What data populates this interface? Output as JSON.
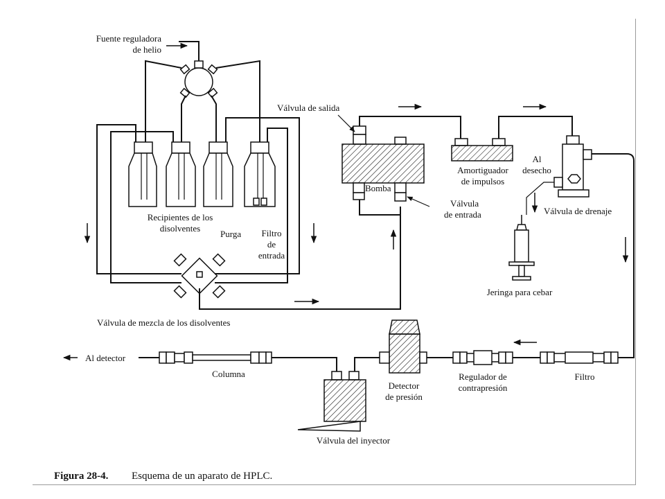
{
  "figure": {
    "caption_label": "Figura 28-4.",
    "caption_text": "Esquema de un aparato de HPLC."
  },
  "labels": {
    "helium_l1": "Fuente reguladora",
    "helium_l2": "de helio",
    "outlet_valve": "Válvula de salida",
    "pulse_l1": "Amortiguador",
    "pulse_l2": "de impulsos",
    "waste_l1": "Al",
    "waste_l2": "desecho",
    "pump": "Bomba",
    "inlet_l1": "Válvula",
    "inlet_l2": "de entrada",
    "drain_valve": "Válvula de drenaje",
    "reservoirs_l1": "Recipientes de los",
    "reservoirs_l2": "disolventes",
    "purge": "Purga",
    "filter_in_l1": "Filtro",
    "filter_in_l2": "de",
    "filter_in_l3": "entrada",
    "syringe": "Jeringa para cebar",
    "mixing_valve": "Válvula de mezcla de los disolventes",
    "to_detector": "Al detector",
    "column": "Columna",
    "pressure_l1": "Detector",
    "pressure_l2": "de presión",
    "backpressure_l1": "Regulador de",
    "backpressure_l2": "contrapresión",
    "filter": "Filtro",
    "injector": "Válvula del inyector"
  },
  "colors": {
    "ink": "#111111",
    "frame": "#9a9a9a",
    "background": "#ffffff"
  }
}
